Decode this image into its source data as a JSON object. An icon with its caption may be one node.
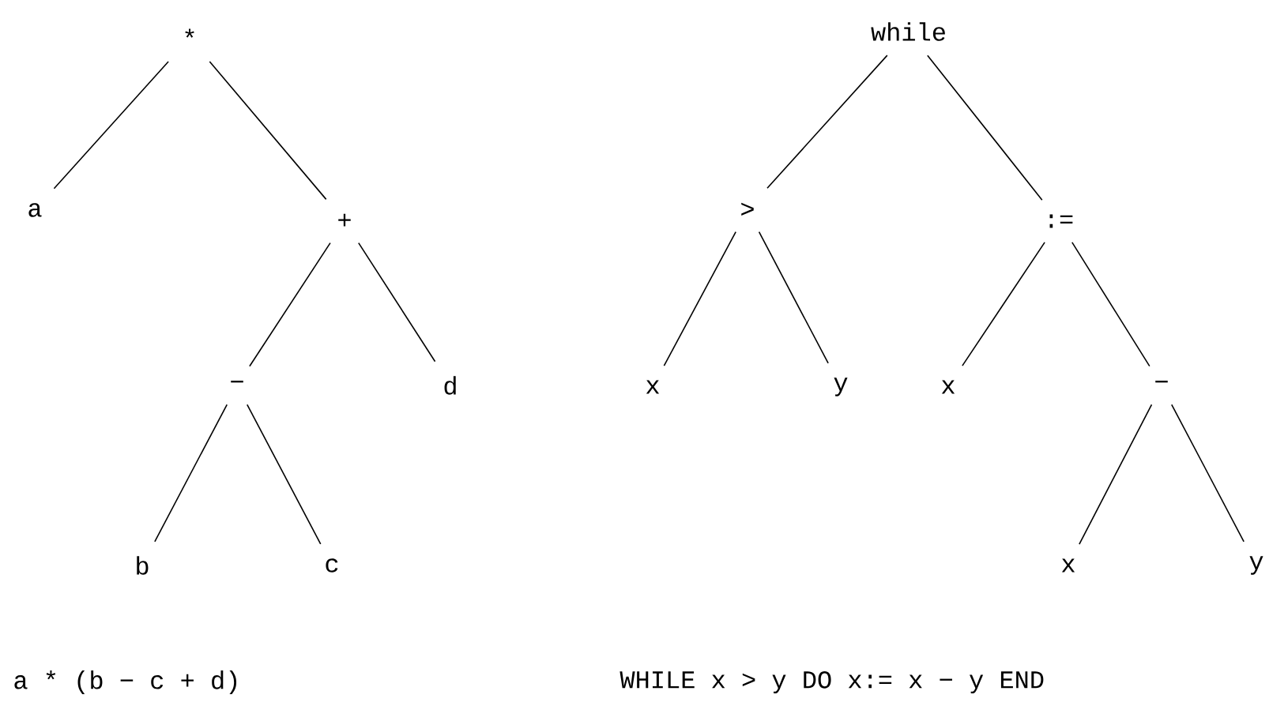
{
  "diagram": {
    "nodes": [
      {
        "text": [
          "*"
        ]
      },
      {
        "text": [
          "a"
        ]
      },
      {
        "text": [
          "+"
        ]
      },
      {
        "text": [
          "−"
        ]
      },
      {
        "text": [
          "d"
        ]
      },
      {
        "text": [
          "b"
        ]
      },
      {
        "text": [
          "c"
        ]
      },
      {
        "text": [
          "while"
        ]
      },
      {
        "text": [
          ">"
        ]
      },
      {
        "text": [
          ":="
        ]
      },
      {
        "text": [
          "x"
        ]
      },
      {
        "text": [
          "y"
        ]
      },
      {
        "text": [
          "x"
        ]
      },
      {
        "text": [
          "−"
        ]
      },
      {
        "text": [
          "x"
        ]
      },
      {
        "text": [
          "y"
        ]
      }
    ],
    "edges": [
      {
        "from": 0,
        "to": 1,
        "arrow": "none"
      },
      {
        "from": 0,
        "to": 2,
        "arrow": "none"
      },
      {
        "from": 2,
        "to": 3,
        "arrow": "none"
      },
      {
        "from": 2,
        "to": 4,
        "arrow": "none"
      },
      {
        "from": 3,
        "to": 5,
        "arrow": "none"
      },
      {
        "from": 3,
        "to": 6,
        "arrow": "none"
      },
      {
        "from": 7,
        "to": 8,
        "arrow": "none"
      },
      {
        "from": 7,
        "to": 9,
        "arrow": "none"
      },
      {
        "from": 8,
        "to": 10,
        "arrow": "none"
      },
      {
        "from": 8,
        "to": 11,
        "arrow": "none"
      },
      {
        "from": 9,
        "to": 12,
        "arrow": "none"
      },
      {
        "from": 9,
        "to": 13,
        "arrow": "none"
      },
      {
        "from": 13,
        "to": 14,
        "arrow": "none"
      },
      {
        "from": 13,
        "to": 15,
        "arrow": "none"
      }
    ],
    "labels": [
      "a * (b − c + d)",
      "WHILE x > y DO x:= x − y END"
    ]
  }
}
